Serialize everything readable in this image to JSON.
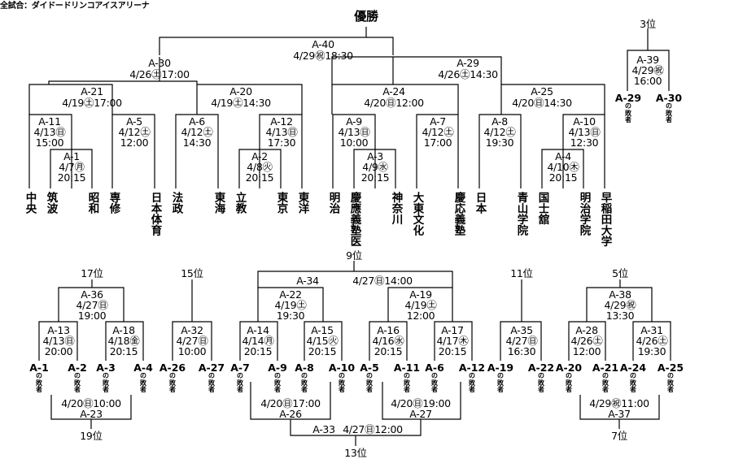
{
  "venue": "全試合：ダイドードリンコアイスアリーナ",
  "final_label": "優勝",
  "main_bracket": {
    "A-40": {
      "id": "A-40",
      "date": "4/29㊗18:30"
    },
    "A-30": {
      "id": "A-30",
      "date": "4/26㊏17:00"
    },
    "A-29": {
      "id": "A-29",
      "date": "4/26㊏14:30"
    },
    "A-21": {
      "id": "A-21",
      "date": "4/19㊏17:00"
    },
    "A-20": {
      "id": "A-20",
      "date": "4/19㊏14:30"
    },
    "A-24": {
      "id": "A-24",
      "date": "4/20㊐12:00"
    },
    "A-25": {
      "id": "A-25",
      "date": "4/20㊐14:30"
    },
    "A-11": {
      "id": "A-11",
      "date": "4/13㊐",
      "time": "15:00"
    },
    "A-5": {
      "id": "A-5",
      "date": "4/12㊏",
      "time": "12:00"
    },
    "A-6": {
      "id": "A-6",
      "date": "4/12㊏",
      "time": "14:30"
    },
    "A-12": {
      "id": "A-12",
      "date": "4/13㊐",
      "time": "17:30"
    },
    "A-9": {
      "id": "A-9",
      "date": "4/13㊐",
      "time": "10:00"
    },
    "A-7": {
      "id": "A-7",
      "date": "4/12㊏",
      "time": "17:00"
    },
    "A-8": {
      "id": "A-8",
      "date": "4/12㊏",
      "time": "19:30"
    },
    "A-10": {
      "id": "A-10",
      "date": "4/13㊐",
      "time": "12:30"
    },
    "A-1": {
      "id": "A-1",
      "date": "4/7㊊",
      "time": "20:15"
    },
    "A-2": {
      "id": "A-2",
      "date": "4/8㊋",
      "time": "20:15"
    },
    "A-3": {
      "id": "A-3",
      "date": "4/9㊌",
      "time": "20:15"
    },
    "A-4": {
      "id": "A-4",
      "date": "4/10㊍",
      "time": "20:15"
    }
  },
  "teams": [
    "中央",
    "筑波",
    "昭和",
    "専修",
    "日本体育",
    "法政",
    "東海",
    "立教",
    "東京",
    "東洋",
    "明治",
    "慶應義塾医",
    "神奈川",
    "大東文化",
    "慶応義塾",
    "日本",
    "青山学院",
    "国士舘",
    "明治学院",
    "早稲田大学"
  ],
  "third_place": {
    "label": "3位",
    "id": "A-39",
    "date": "4/29㊗",
    "time": "16:00",
    "left_id": "A-29",
    "right_id": "A-30",
    "loser": "の敗者"
  },
  "ninth": {
    "label": "9位",
    "A-34": {
      "id": "A-34",
      "date": "4/27㊐14:00"
    },
    "A-22": {
      "id": "A-22",
      "date": "4/19㊏",
      "time": "19:30"
    },
    "A-19": {
      "id": "A-19",
      "date": "4/19㊏",
      "time": "12:00"
    },
    "A-14": {
      "id": "A-14",
      "date": "4/14㊊",
      "time": "20:15"
    },
    "A-15": {
      "id": "A-15",
      "date": "4/15㊋",
      "time": "20:15"
    },
    "A-16": {
      "id": "A-16",
      "date": "4/16㊌",
      "time": "20:15"
    },
    "A-17": {
      "id": "A-17",
      "date": "4/17㊍",
      "time": "20:15"
    },
    "losers": [
      "A-7",
      "A-9",
      "A-8",
      "A-10",
      "A-5",
      "A-11",
      "A-6",
      "A-12"
    ]
  },
  "thirteenth": {
    "label": "13位",
    "A-26": {
      "id": "A-26",
      "date": "4/20㊐17:00"
    },
    "A-27": {
      "id": "A-27",
      "date": "4/20㊐19:00"
    },
    "A-33": {
      "id": "A-33",
      "date": "4/27㊐12:00"
    }
  },
  "seventeenth": {
    "label": "17位",
    "A-36": {
      "id": "A-36",
      "date": "4/27㊐",
      "time": "19:00"
    },
    "A-13": {
      "id": "A-13",
      "date": "4/13㊐",
      "time": "20:00"
    },
    "A-18": {
      "id": "A-18",
      "date": "4/18㊎",
      "time": "20:15"
    },
    "losers": [
      "A-1",
      "A-2",
      "A-3",
      "A-4"
    ]
  },
  "nineteenth": {
    "label": "19位",
    "id": "A-23",
    "date": "4/20㊐10:00"
  },
  "fifteenth": {
    "label": "15位",
    "id": "A-32",
    "date": "4/27㊐",
    "time": "10:00",
    "losers": [
      "A-26",
      "A-27"
    ]
  },
  "eleventh": {
    "label": "11位",
    "id": "A-35",
    "date": "4/27㊐",
    "time": "16:30",
    "losers": [
      "A-19",
      "A-22"
    ]
  },
  "fifth": {
    "label": "5位",
    "A-38": {
      "id": "A-38",
      "date": "4/29㊗",
      "time": "13:30"
    },
    "A-28": {
      "id": "A-28",
      "date": "4/26㊏",
      "time": "12:00"
    },
    "A-31": {
      "id": "A-31",
      "date": "4/26㊏",
      "time": "19:30"
    },
    "losers": [
      "A-20",
      "A-21",
      "A-24",
      "A-25"
    ]
  },
  "seventh": {
    "label": "7位",
    "id": "A-37",
    "date": "4/29㊗11:00"
  },
  "loser_suffix": "の敗者"
}
